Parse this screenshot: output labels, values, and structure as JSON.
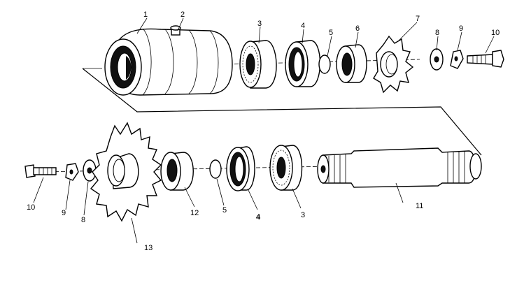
{
  "callouts": [
    {
      "id": "n1",
      "text": "1"
    },
    {
      "id": "n2",
      "text": "2"
    },
    {
      "id": "n3",
      "text": "3"
    },
    {
      "id": "n4",
      "text": "4"
    },
    {
      "id": "n5",
      "text": "5"
    },
    {
      "id": "n6",
      "text": "6"
    },
    {
      "id": "n7",
      "text": "7"
    },
    {
      "id": "n8",
      "text": "8"
    },
    {
      "id": "n9",
      "text": "9"
    },
    {
      "id": "n10",
      "text": "10"
    },
    {
      "id": "n11",
      "text": "11"
    },
    {
      "id": "n12",
      "text": "12"
    },
    {
      "id": "n13",
      "text": "13"
    },
    {
      "id": "n3b",
      "text": "3"
    },
    {
      "id": "n4b",
      "text": "4"
    },
    {
      "id": "n5b",
      "text": "5"
    },
    {
      "id": "n8b",
      "text": "8"
    },
    {
      "id": "n9b",
      "text": "9"
    },
    {
      "id": "n10b",
      "text": "10"
    }
  ]
}
